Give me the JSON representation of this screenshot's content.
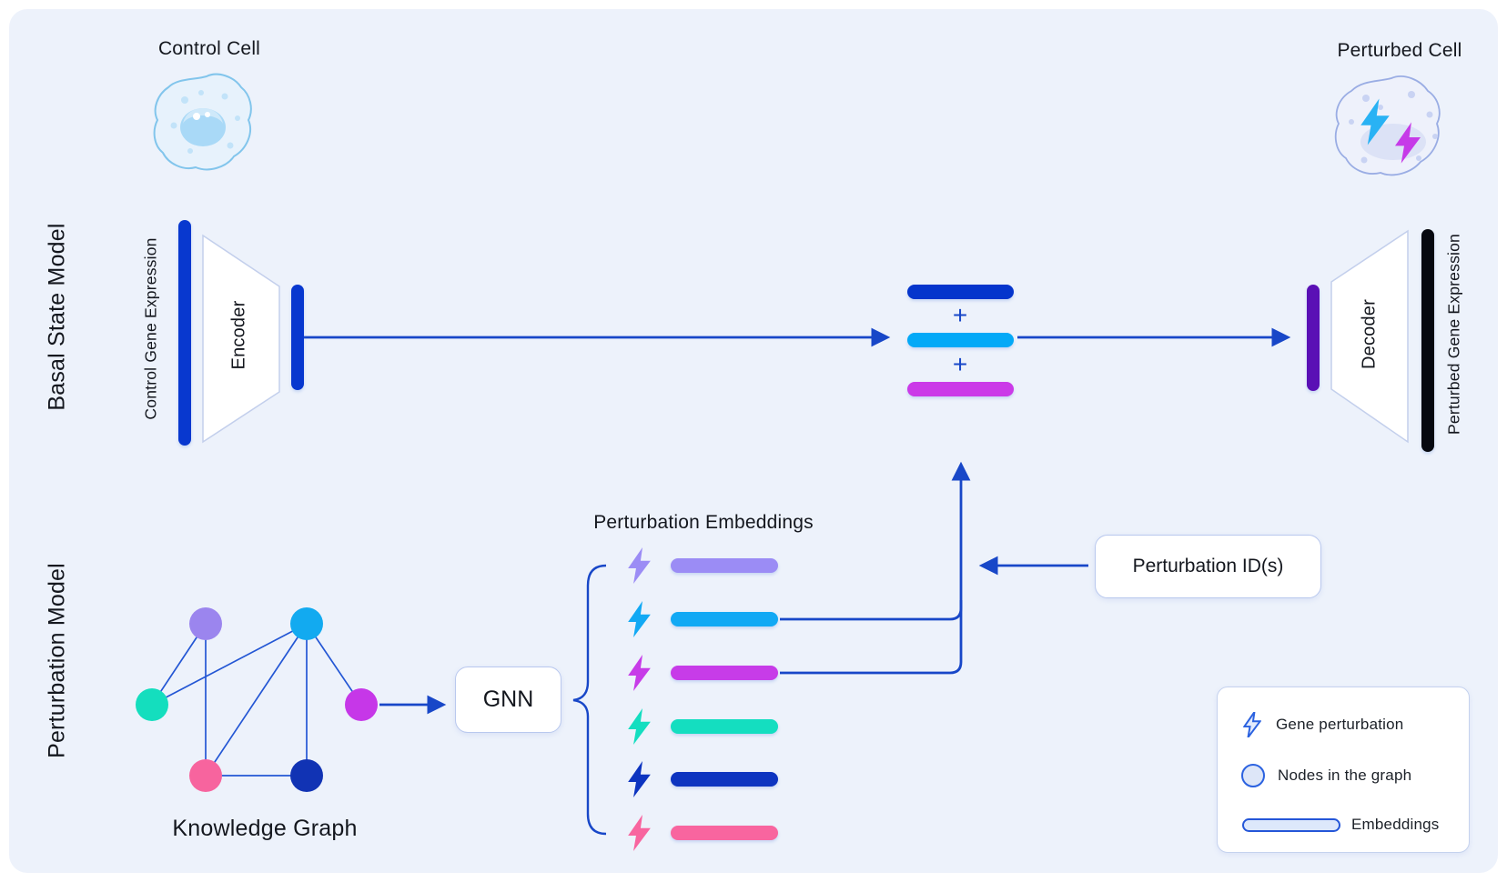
{
  "colors": {
    "background_panel": "#edf2fb",
    "accent_line": "#1847c8",
    "primary_blue_bar": "#0838cf",
    "latent_basal_bar": "#0535cc",
    "latent_cyan_bar": "#03a9f7",
    "latent_magenta_bar": "#cb3ae8",
    "decoder_input_bar": "#5a10b5",
    "output_black_bar": "#070910",
    "graph_edge": "#2356d4"
  },
  "header": {
    "control_cell_label": "Control Cell",
    "perturbed_cell_label": "Perturbed Cell"
  },
  "sections": {
    "basal_label": "Basal State Model",
    "perturbation_label": "Perturbation Model"
  },
  "basal_model": {
    "input_label": "Control Gene Expression",
    "encoder_label": "Encoder",
    "plus_sign": "+",
    "decoder_label": "Decoder",
    "output_label": "Perturbed Gene Expression"
  },
  "perturbation_model": {
    "knowledge_graph_label": "Knowledge Graph",
    "gnn_label": "GNN",
    "embeddings_title": "Perturbation Embeddings",
    "perturbation_ids_label": "Perturbation ID(s)",
    "graph_nodes": [
      {
        "name": "purple",
        "color": "#9b85ee"
      },
      {
        "name": "cyan",
        "color": "#12aaf0"
      },
      {
        "name": "teal",
        "color": "#14debe"
      },
      {
        "name": "magenta",
        "color": "#c637e8"
      },
      {
        "name": "pink",
        "color": "#f7649e"
      },
      {
        "name": "dark-blue",
        "color": "#1133b4"
      }
    ],
    "embeddings": [
      {
        "name": "purple",
        "color": "#9b8cf5"
      },
      {
        "name": "cyan",
        "color": "#12a9f4"
      },
      {
        "name": "magenta",
        "color": "#c73ce8"
      },
      {
        "name": "teal",
        "color": "#14dec0"
      },
      {
        "name": "dark-blue",
        "color": "#0d34c0"
      },
      {
        "name": "pink",
        "color": "#f8659f"
      }
    ]
  },
  "legend": {
    "items": [
      {
        "icon": "lightning-icon",
        "label": "Gene perturbation"
      },
      {
        "icon": "node-circle-icon",
        "label": "Nodes in the graph"
      },
      {
        "icon": "embedding-bar-icon",
        "label": "Embeddings"
      }
    ]
  }
}
